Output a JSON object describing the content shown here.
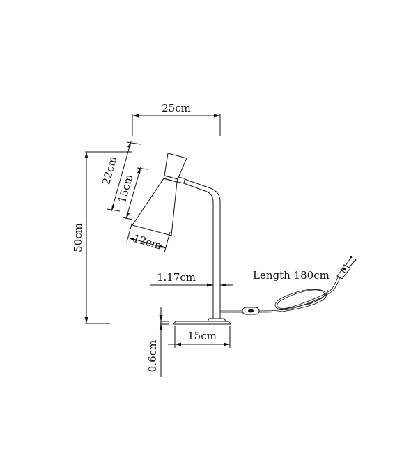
{
  "diagram": {
    "labels": {
      "width_overall": "25cm",
      "shade_length": "22cm",
      "shade_inner": "15cm",
      "shade_diameter": "12cm",
      "height_overall": "50cm",
      "stem_diameter": "1.17cm",
      "base_diameter": "15cm",
      "base_thickness": "0.6cm",
      "cable_length": "Length 180cm"
    }
  }
}
